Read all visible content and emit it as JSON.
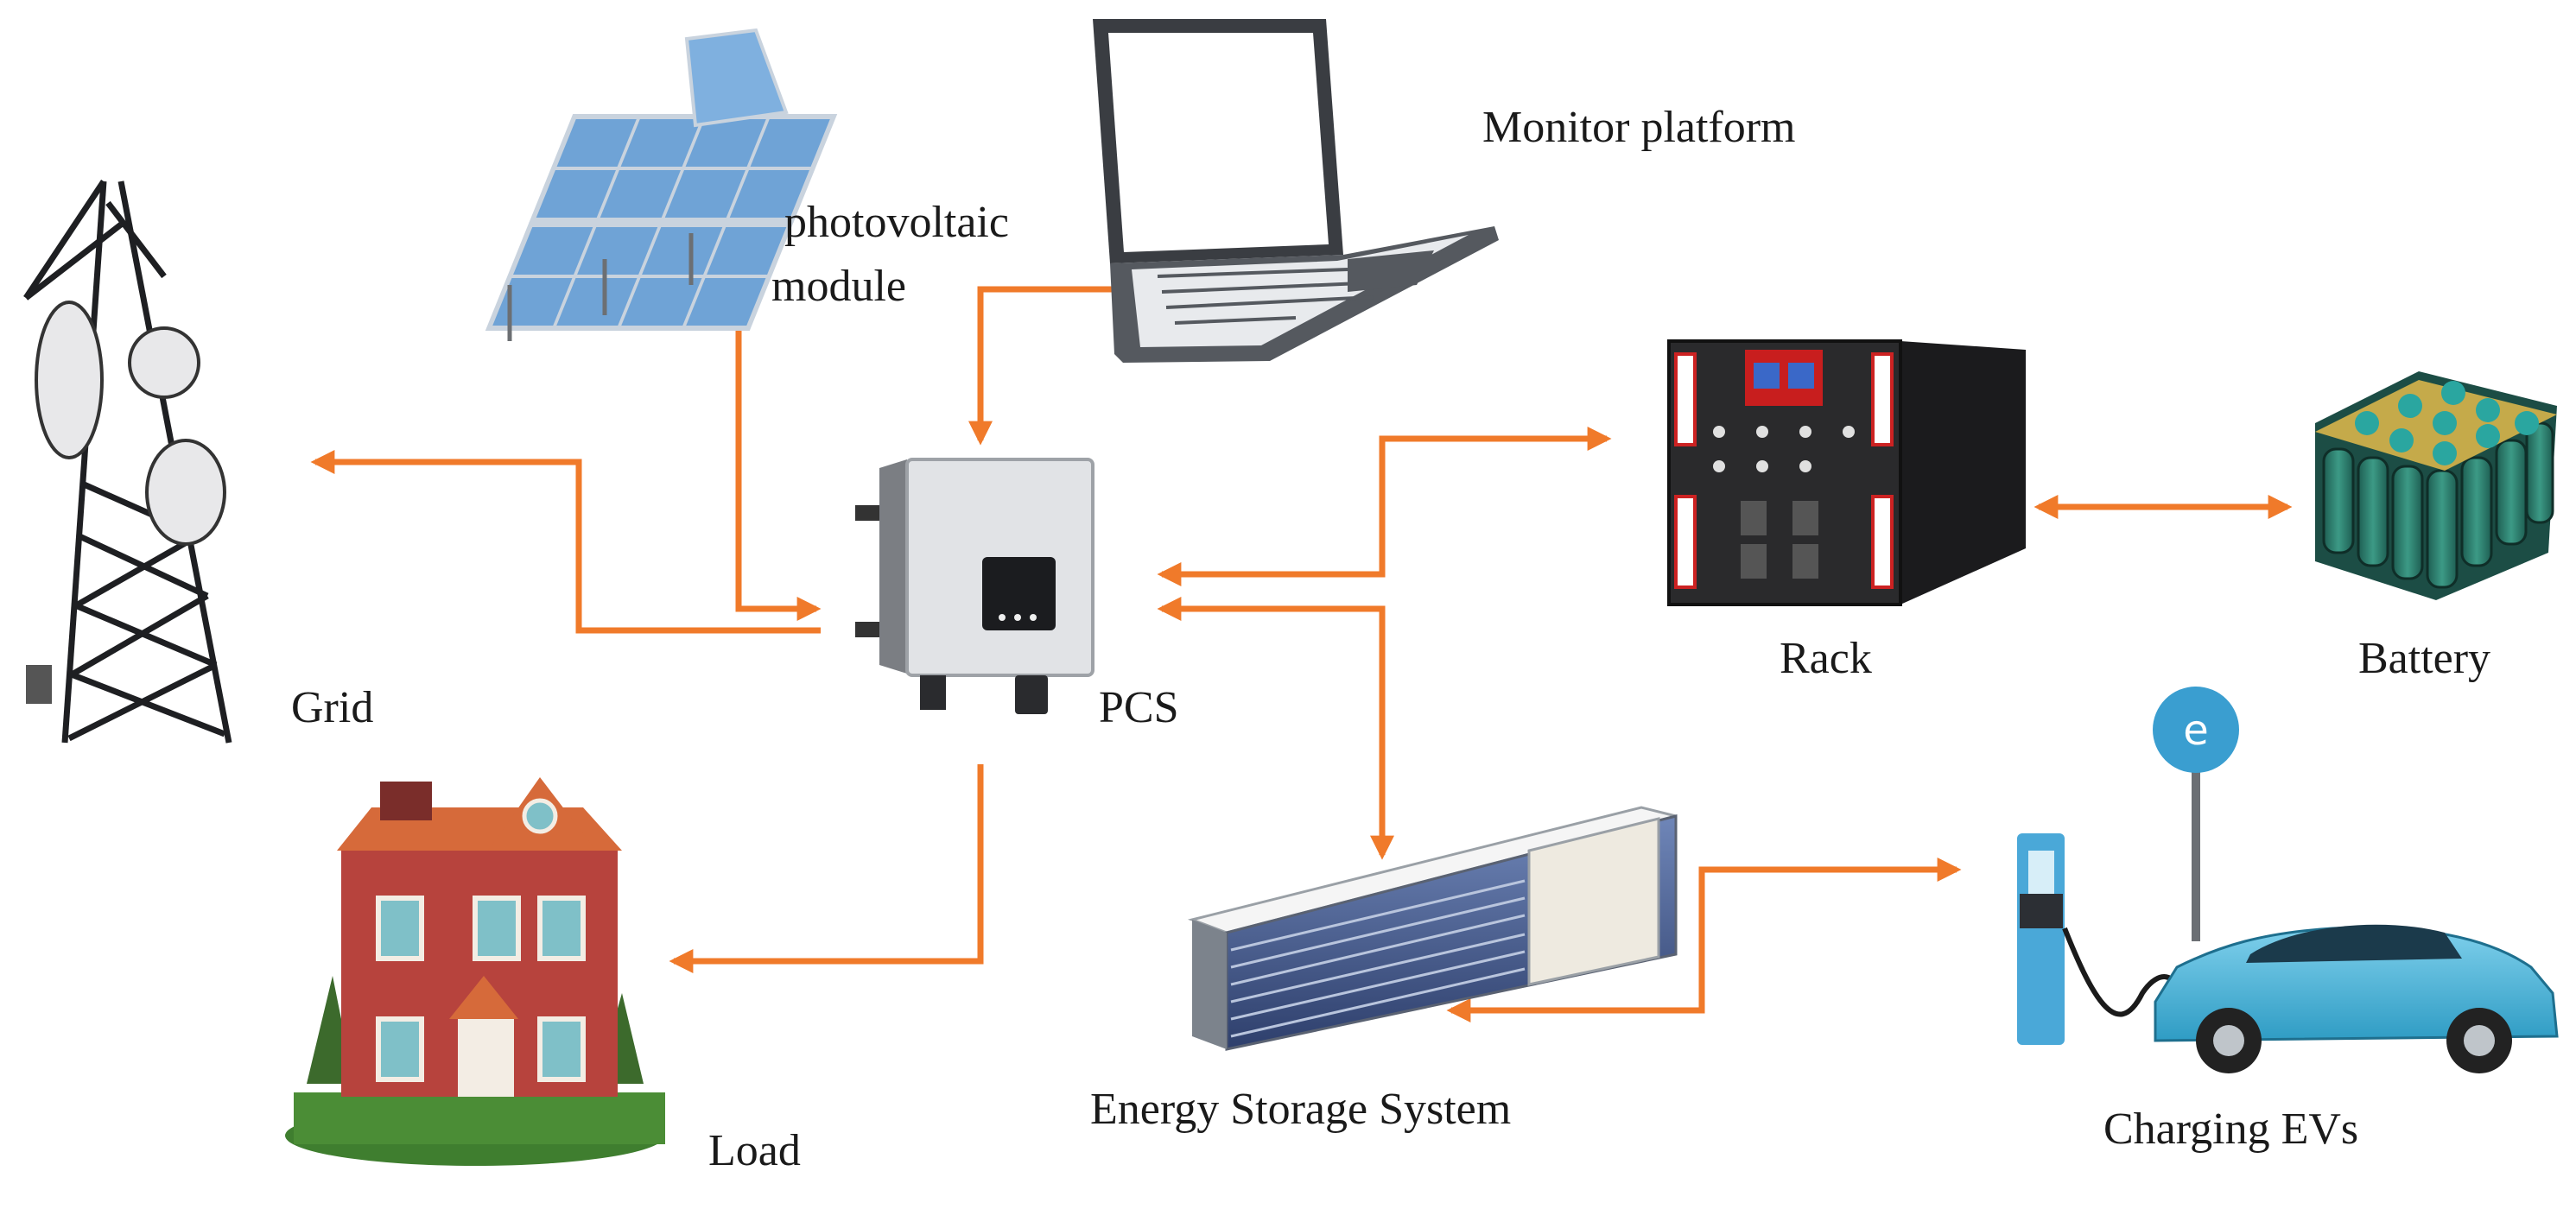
{
  "labels": {
    "monitor": "Monitor platform",
    "pv_line1": "photovoltaic",
    "pv_line2": "module",
    "grid": "Grid",
    "pcs": "PCS",
    "rack": "Rack",
    "battery": "Battery",
    "load": "Load",
    "ess": "Energy Storage System",
    "ev": "Charging EVs"
  },
  "colors": {
    "arrow": "#f07a2a",
    "background": "#ffffff"
  },
  "icons": {
    "monitor": "laptop-icon",
    "pv": "solar-panel-icon",
    "grid": "transmission-tower-icon",
    "pcs": "inverter-icon",
    "rack": "rack-cabinet-icon",
    "battery": "battery-pack-icon",
    "load": "house-icon",
    "ess": "storage-container-icon",
    "ev": "ev-charger-car-icon"
  }
}
